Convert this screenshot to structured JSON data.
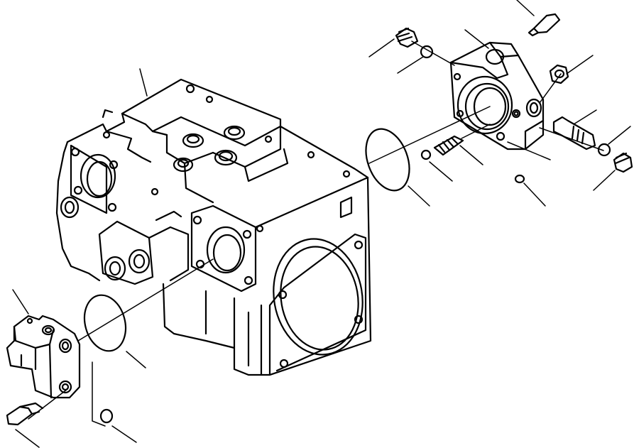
{
  "diagram": {
    "type": "exploded-parts-drawing",
    "parts": [
      {
        "name": "pump-case"
      },
      {
        "name": "lower-valve-block"
      },
      {
        "name": "lower-o-ring-large"
      },
      {
        "name": "lower-o-ring-small"
      },
      {
        "name": "lower-bolt"
      },
      {
        "name": "upper-valve-cover"
      },
      {
        "name": "upper-o-ring-large"
      },
      {
        "name": "top-bolt"
      },
      {
        "name": "plug-top-left"
      },
      {
        "name": "o-ring-top-left"
      },
      {
        "name": "nut"
      },
      {
        "name": "adjust-screw"
      },
      {
        "name": "right-o-ring"
      },
      {
        "name": "right-plug"
      },
      {
        "name": "spring"
      },
      {
        "name": "small-o-ring-center"
      },
      {
        "name": "small-o-ring-bottom"
      }
    ],
    "colors": {
      "line": "#000000",
      "background": "#ffffff"
    }
  }
}
